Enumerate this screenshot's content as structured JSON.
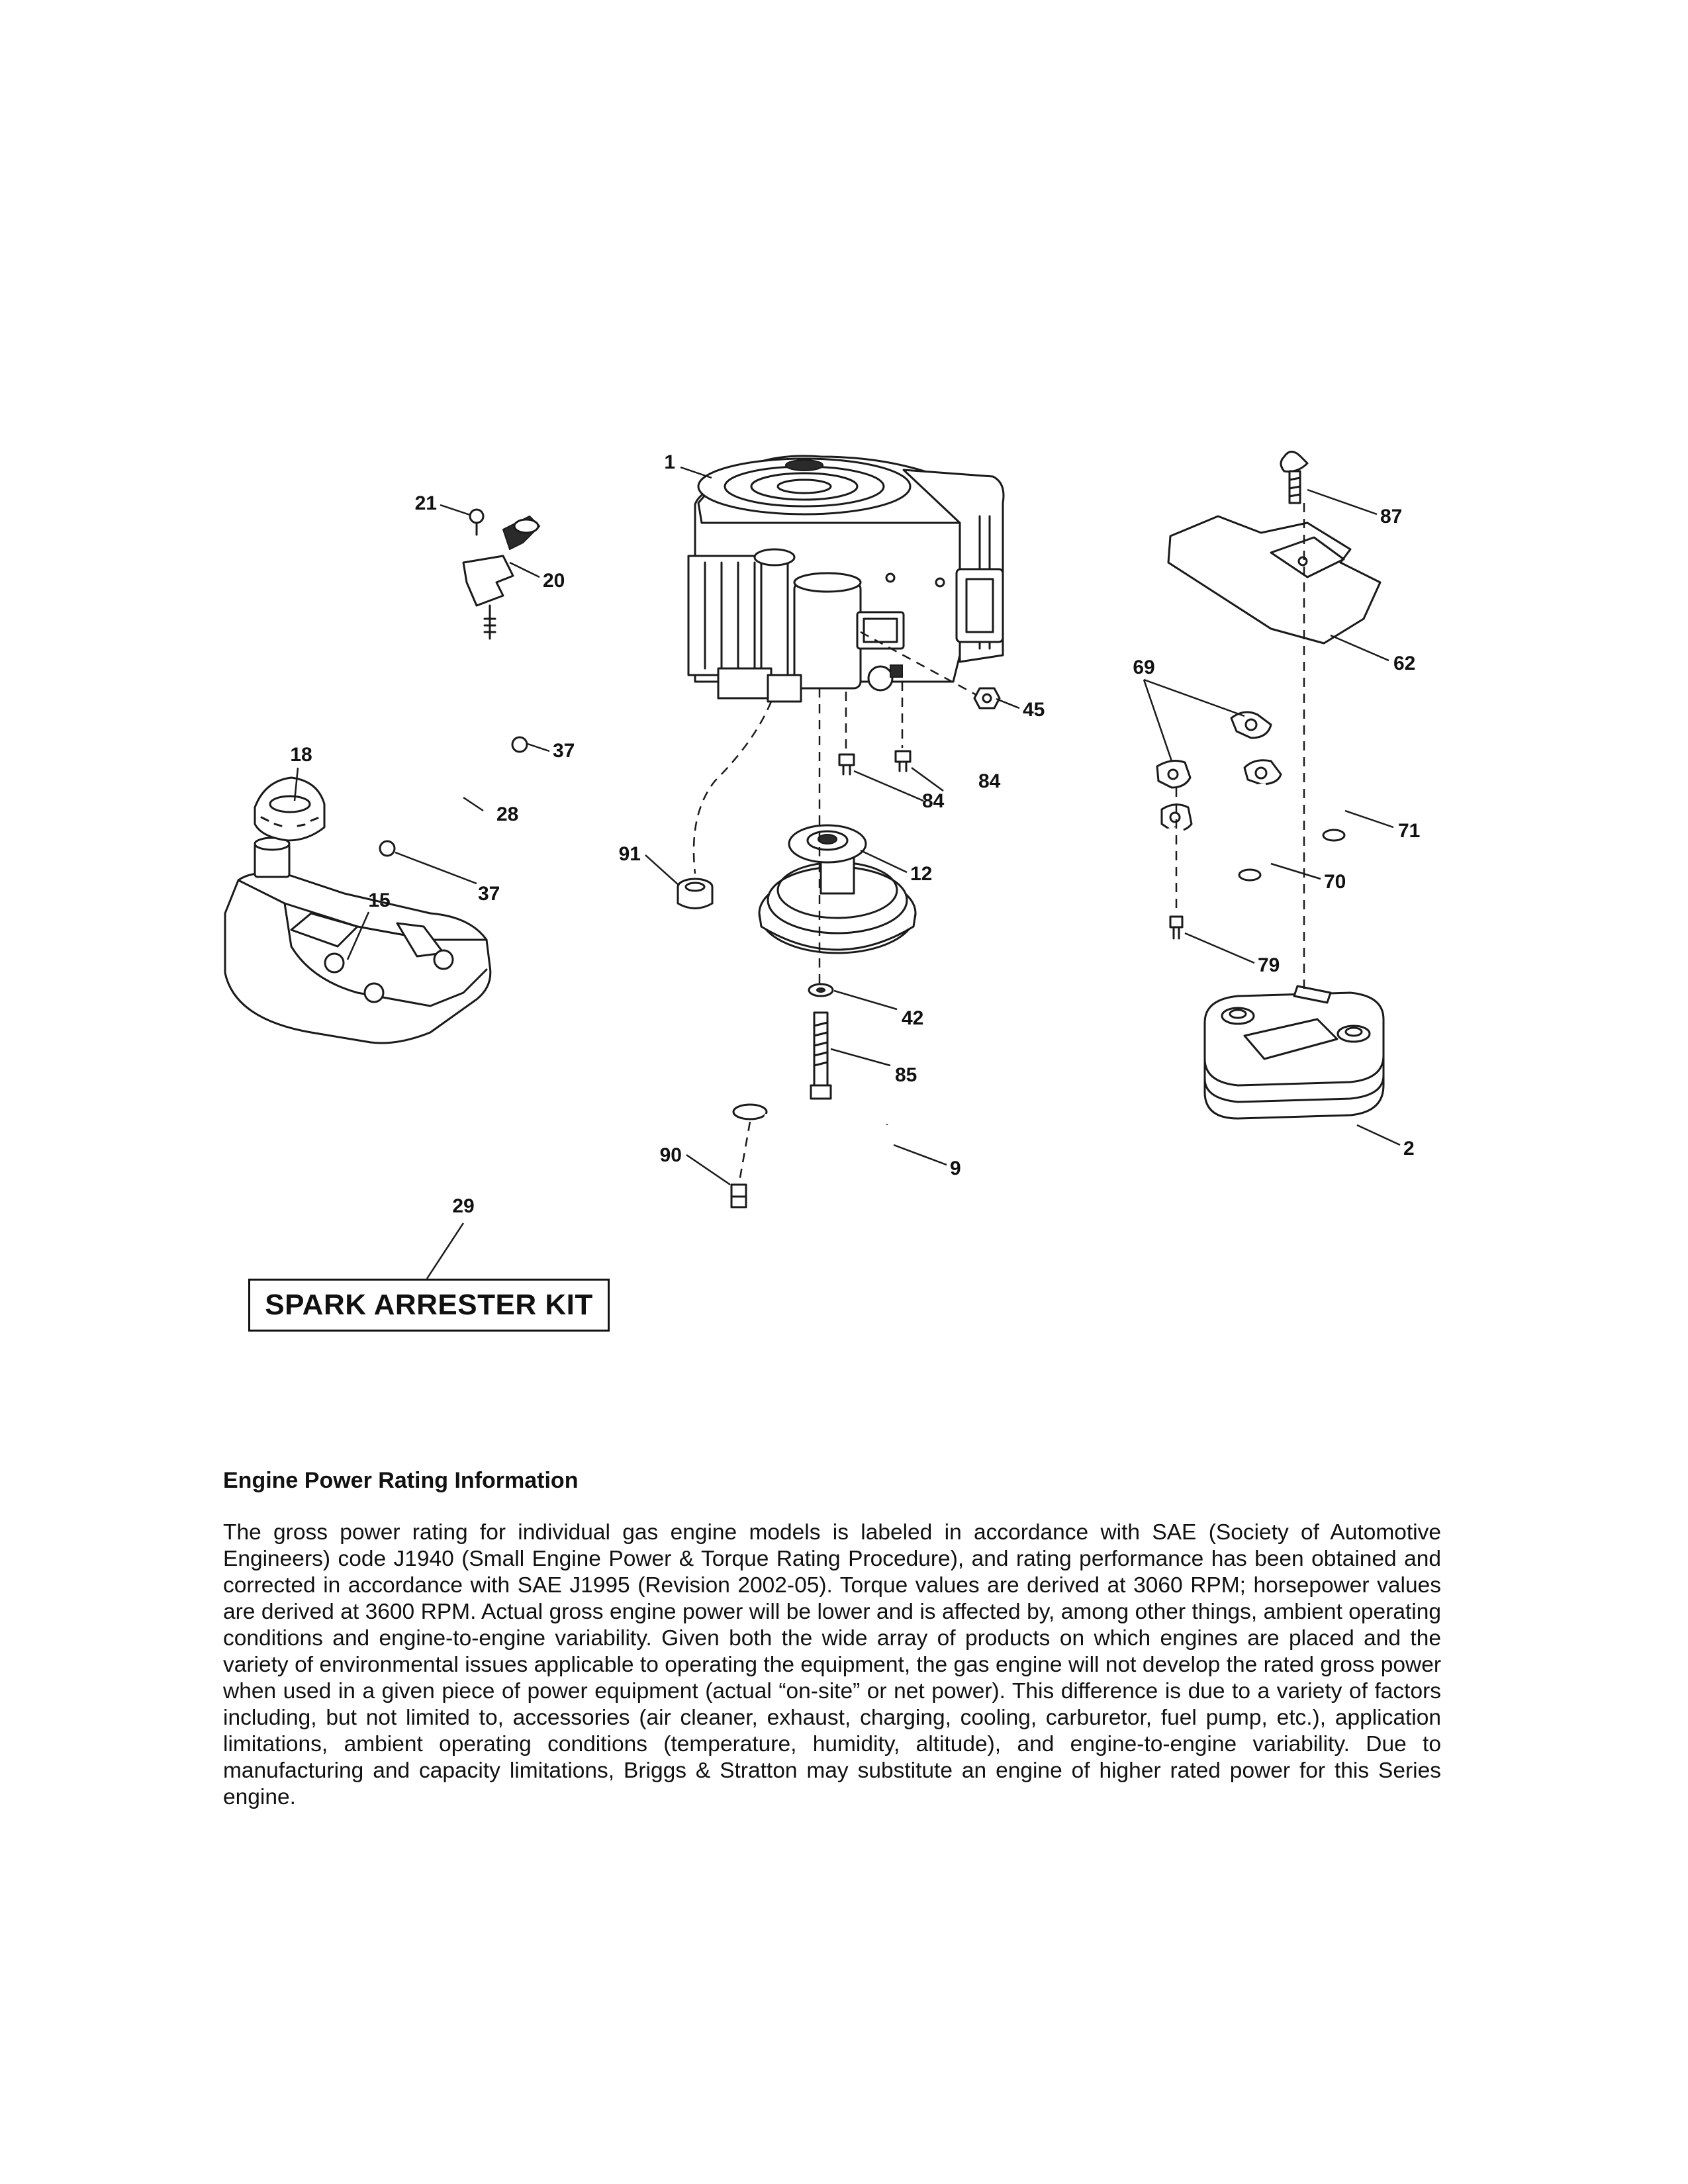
{
  "callouts": {
    "c1": "1",
    "c2": "2",
    "c9": "9",
    "c12": "12",
    "c15": "15",
    "c18": "18",
    "c20": "20",
    "c21": "21",
    "c28": "28",
    "c29": "29",
    "c37a": "37",
    "c37b": "37",
    "c42": "42",
    "c45": "45",
    "c62": "62",
    "c69": "69",
    "c70": "70",
    "c71": "71",
    "c79": "79",
    "c84a": "84",
    "c84b": "84",
    "c85": "85",
    "c87": "87",
    "c90": "90",
    "c91": "91"
  },
  "kit_label": "SPARK ARRESTER KIT",
  "info": {
    "title": "Engine Power Rating Information",
    "body": "The gross power rating for individual gas engine models is labeled in accordance with SAE (Society of Automotive Engineers) code J1940 (Small Engine Power & Torque Rating Procedure), and rating performance has been obtained and corrected in accordance with SAE J1995 (Revision 2002-05). Torque values are derived at 3060 RPM; horsepower values are derived at 3600 RPM. Actual gross engine power will be lower and is affected by, among other things, ambient operating conditions and engine-to-engine variability. Given both the wide array of products on which engines are placed and the variety of environmental issues applicable to operating the equipment, the gas engine will not develop the rated gross power when used in a given piece of power equipment (actual “on-site” or net power). This difference is due to a variety of factors including, but not limited to, accessories (air cleaner, exhaust, charging, cooling, carburetor, fuel pump, etc.), application limitations, ambient operating conditions (temperature, humidity, altitude), and engine-to-engine variability. Due to manufacturing and capacity limitations, Briggs & Stratton may substitute an engine of higher rated power for this Series engine."
  }
}
